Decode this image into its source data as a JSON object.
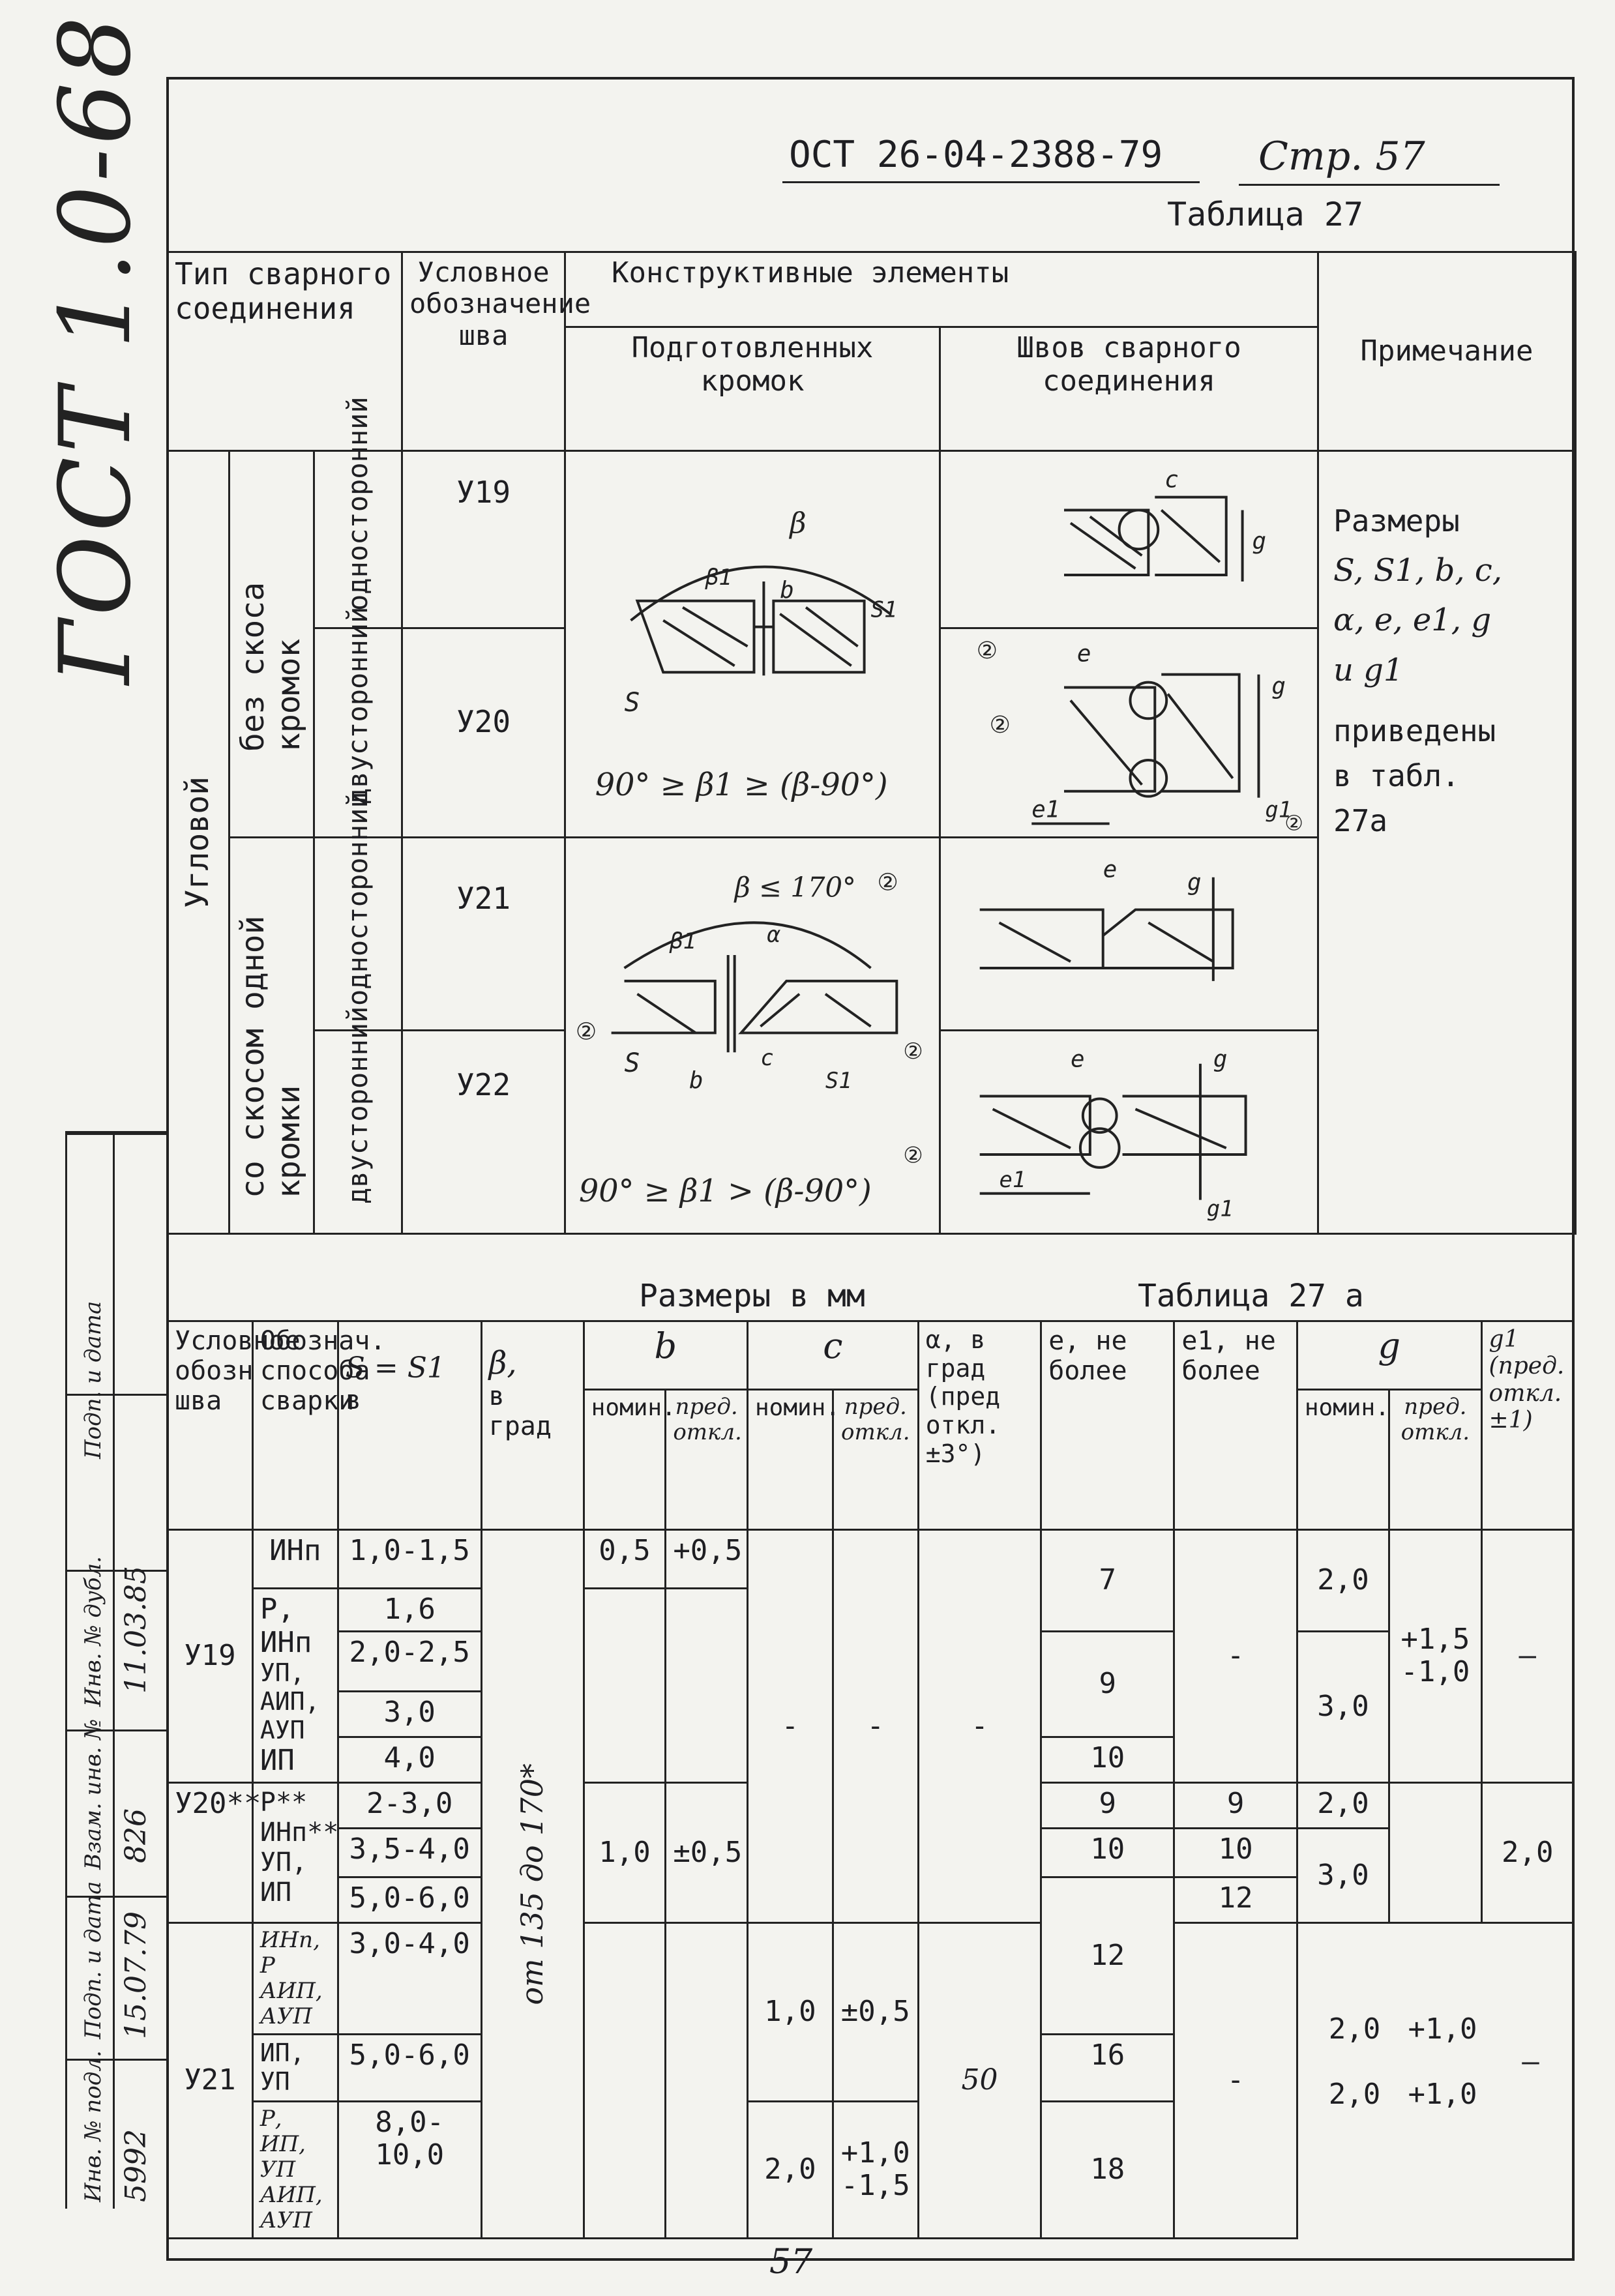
{
  "side_code": "ГОСТ 1.0-68 (3)",
  "header": {
    "ost": "ОСТ 26-04-2388-79",
    "page": "Стр. 57",
    "table_title": "Таблица 27"
  },
  "t1": {
    "head": {
      "type": "Тип сварного соединения",
      "designation": "Условное обозначение шва",
      "elements": "Конструктивные элементы",
      "prepared": "Подготовленных кромок",
      "welds": "Швов сварного соединения",
      "note": "Примечание"
    },
    "kind": "Угловой",
    "no_bevel": "без скоса кромок",
    "with_bevel": "со скосом одной кромки",
    "one_sided": "односторонний",
    "two_sided": "двусторонний",
    "rows": [
      {
        "code": "У19"
      },
      {
        "code": "У20"
      },
      {
        "code": "У21"
      },
      {
        "code": "У22"
      }
    ],
    "formula_1": "90° ≥ β1 ≥ (β-90°)",
    "formula_2": "90° ≥ β1 > (β-90°)",
    "beta_limit": "β ≤ 170°",
    "note_lines": [
      "Размеры",
      "S, S1, b, c,",
      "α, e, e1, g",
      "и g1",
      "приведены",
      "в табл.",
      "27а"
    ]
  },
  "t2": {
    "caption_left": "Размеры в мм",
    "caption_right": "Таблица 27 а",
    "head": {
      "designation": "Условное обозн шва",
      "method": "Обознач. способа сварки",
      "s": "S = S1",
      "s_unit": "в",
      "beta": "β,",
      "beta_unit": "в град",
      "b": "b",
      "c": "c",
      "alpha": "α, в град (пред откл. ±3°)",
      "e": "e, не более",
      "e1": "e1, не более",
      "g": "g",
      "g1": "g1 (пред. откл. ±1)",
      "nom": "номин.",
      "dev": "пред. откл."
    },
    "beta_range": "от 135 до 170*",
    "rows": [
      {
        "code": "У19",
        "method": "ИНп",
        "s": "1,0-1,5",
        "b_nom": "0,5",
        "b_dev": "+0,5",
        "c_nom": "",
        "c_dev": "",
        "alpha": "",
        "e": "7",
        "e1": "",
        "g_nom": "2,0",
        "g_dev": "",
        "g1": ""
      },
      {
        "code": "",
        "method": "Р, ИНп",
        "s": "1,6",
        "b_nom": "",
        "b_dev": "",
        "c_nom": "",
        "c_dev": "",
        "alpha": "",
        "e": "",
        "e1": "-",
        "g_nom": "",
        "g_dev": "",
        "g1": ""
      },
      {
        "code": "",
        "method": "УП, АИП, АУП",
        "s": "2,0-2,5",
        "b_nom": "",
        "b_dev": "",
        "c_nom": "-",
        "c_dev": "-",
        "alpha": "-",
        "e": "9",
        "e1": "",
        "g_nom": "3,0",
        "g_dev": "+1,5 -1,0",
        "g1": "—"
      },
      {
        "code": "",
        "method": "ИП",
        "s": "3,0",
        "b_nom": "",
        "b_dev": "",
        "c_nom": "",
        "c_dev": "",
        "alpha": "",
        "e": "",
        "e1": "",
        "g_nom": "",
        "g_dev": "",
        "g1": ""
      },
      {
        "code": "",
        "method": "",
        "s": "4,0",
        "b_nom": "",
        "b_dev": "",
        "c_nom": "",
        "c_dev": "",
        "alpha": "",
        "e": "10",
        "e1": "",
        "g_nom": "",
        "g_dev": "",
        "g1": ""
      },
      {
        "code": "У20**",
        "method": "Р**",
        "s": "2-3,0",
        "b_nom": "1,0",
        "b_dev": "±0,5",
        "c_nom": "",
        "c_dev": "",
        "alpha": "",
        "e": "9",
        "e1": "9",
        "g_nom": "2,0",
        "g_dev": "",
        "g1": "2,0"
      },
      {
        "code": "",
        "method": "ИНп**",
        "s": "3,5-4,0",
        "b_nom": "",
        "b_dev": "",
        "c_nom": "",
        "c_dev": "",
        "alpha": "",
        "e": "10",
        "e1": "10",
        "g_nom": "3,0",
        "g_dev": "",
        "g1": ""
      },
      {
        "code": "",
        "method": "УП, ИП",
        "s": "5,0-6,0",
        "b_nom": "",
        "b_dev": "",
        "c_nom": "",
        "c_dev": "",
        "alpha": "",
        "e": "12",
        "e1": "12",
        "g_nom": "",
        "g_dev": "",
        "g1": ""
      },
      {
        "code": "У21",
        "method": "ИНп, Р АИП, АУП",
        "s": "3,0-4,0",
        "b_nom": "",
        "b_dev": "",
        "c_nom": "1,0",
        "c_dev": "±0,5",
        "alpha": "50",
        "e": "16",
        "e1": "-",
        "g_nom": "2,0",
        "g_dev": "+1,0",
        "g1": "—"
      },
      {
        "code": "",
        "method": "ИП, УП",
        "s": "5,0-6,0",
        "b_nom": "",
        "b_dev": "",
        "c_nom": "",
        "c_dev": "",
        "alpha": "",
        "e": "",
        "e1": "",
        "g_nom": "",
        "g_dev": "",
        "g1": ""
      },
      {
        "code": "",
        "method": "Р, ИП, УП АИП, АУП",
        "s": "8,0-10,0",
        "b_nom": "",
        "b_dev": "",
        "c_nom": "2,0",
        "c_dev": "+1,0 -1,5",
        "alpha": "",
        "e": "18",
        "e1": "",
        "g_nom": "2,0",
        "g_dev": "+1,0",
        "g1": ""
      }
    ]
  },
  "stamp": {
    "labels": [
      "Инв. № подл.",
      "Подп. и дата",
      "Взам. инв. №",
      "Инв. № дубл.",
      "Подп. и дата"
    ],
    "values": [
      "5992",
      "15.07.79",
      "826",
      "11.03.85",
      ""
    ]
  },
  "page_number": "57"
}
